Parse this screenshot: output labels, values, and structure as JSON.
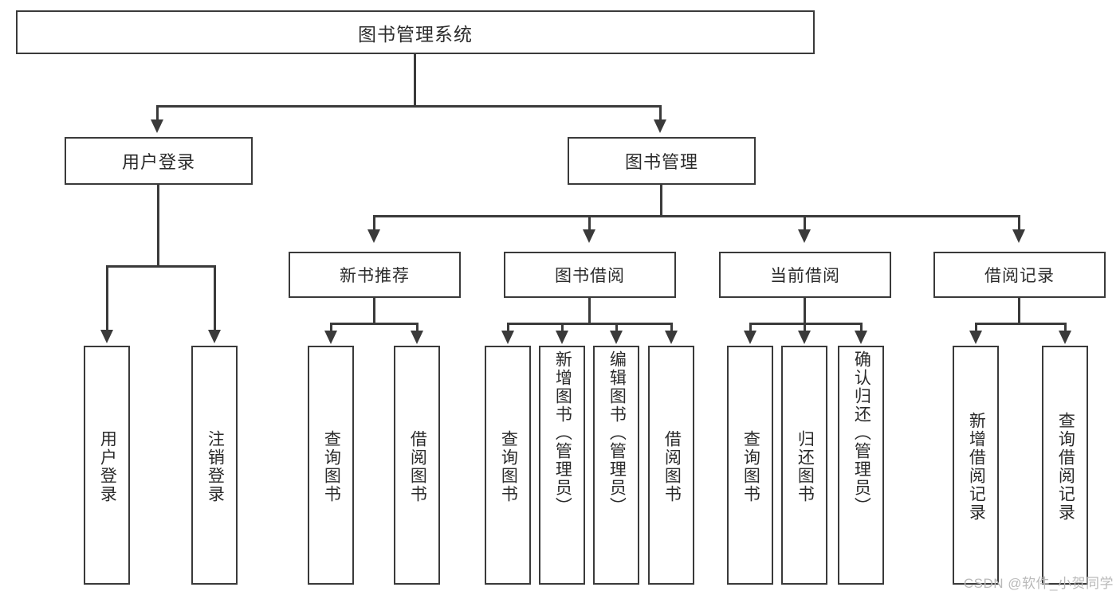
{
  "diagram": {
    "title": "图书管理系统",
    "root": {
      "label": "图书管理系统"
    },
    "level2": [
      {
        "label": "用户登录"
      },
      {
        "label": "图书管理"
      }
    ],
    "level3": [
      {
        "label": "新书推荐"
      },
      {
        "label": "图书借阅"
      },
      {
        "label": "当前借阅"
      },
      {
        "label": "借阅记录"
      }
    ],
    "leaves": {
      "user_login": [
        {
          "label": "用户登录"
        },
        {
          "label": "注销登录"
        }
      ],
      "new_book_recommend": [
        {
          "label": "查询图书"
        },
        {
          "label": "借阅图书"
        }
      ],
      "book_borrow": [
        {
          "label": "查询图书"
        },
        {
          "label": "新增图书（管理员）"
        },
        {
          "label": "编辑图书（管理员）"
        },
        {
          "label": "借阅图书"
        }
      ],
      "current_borrow": [
        {
          "label": "查询图书"
        },
        {
          "label": "归还图书"
        },
        {
          "label": "确认归还（管理员）"
        }
      ],
      "borrow_record": [
        {
          "label": "新增借阅记录"
        },
        {
          "label": "查询借阅记录"
        }
      ]
    }
  },
  "watermark": {
    "text": "CSDN @软件_小贺同学"
  },
  "colors": {
    "border": "#3a3a3a",
    "text": "#2b2b2b",
    "background": "#ffffff",
    "watermark": "#b9b9b9"
  }
}
